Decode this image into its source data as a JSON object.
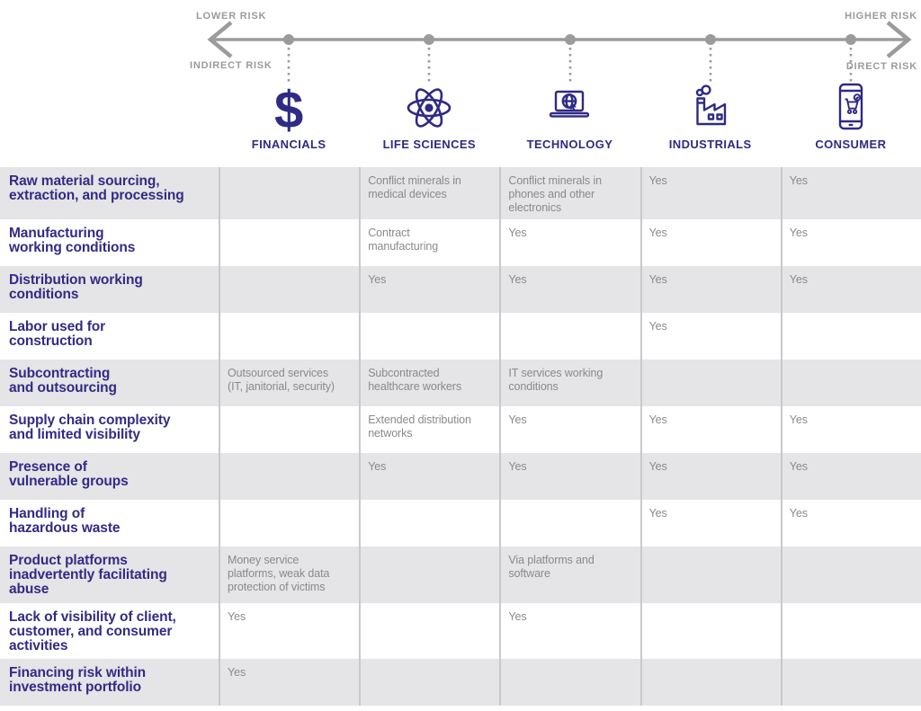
{
  "axis": {
    "top_left_label": "LOWER RISK",
    "bottom_left_label": "INDIRECT RISK",
    "top_right_label": "HIGHER RISK",
    "bottom_right_label": "DIRECT RISK"
  },
  "colors": {
    "accent_indigo": "#2e2a85",
    "label_indigo": "#332a86",
    "cell_text_gray": "#8a8a8a",
    "row_shade_gray": "#e5e4e6",
    "axis_gray": "#9b9b9b",
    "separator_gray": "#c9c9cc"
  },
  "sectors": [
    {
      "label": "FINANCIALS",
      "icon": "dollar-icon"
    },
    {
      "label": "LIFE SCIENCES",
      "icon": "atom-icon"
    },
    {
      "label": "TECHNOLOGY",
      "icon": "laptop-globe-icon"
    },
    {
      "label": "INDUSTRIALS",
      "icon": "factory-icon"
    },
    {
      "label": "CONSUMER",
      "icon": "phone-cart-icon"
    }
  ],
  "table": {
    "rows": [
      {
        "label": "Raw material sourcing,\nextraction, and processing",
        "cells": [
          "",
          "Conflict minerals in\nmedical devices",
          "Conflict minerals in\nphones and other\nelectronics",
          "Yes",
          "Yes"
        ]
      },
      {
        "label": "Manufacturing\nworking conditions",
        "cells": [
          "",
          "Contract\nmanufacturing",
          "Yes",
          "Yes",
          "Yes"
        ]
      },
      {
        "label": "Distribution working\nconditions",
        "cells": [
          "",
          "Yes",
          "Yes",
          "Yes",
          "Yes"
        ]
      },
      {
        "label": "Labor used for\nconstruction",
        "cells": [
          "",
          "",
          "",
          "Yes",
          ""
        ]
      },
      {
        "label": "Subcontracting\nand outsourcing",
        "cells": [
          "Outsourced services\n(IT, janitorial, security)",
          "Subcontracted\nhealthcare workers",
          "IT services working\nconditions",
          "",
          ""
        ]
      },
      {
        "label": "Supply chain complexity\nand limited visibility",
        "cells": [
          "",
          "Extended distribution\nnetworks",
          "Yes",
          "Yes",
          "Yes"
        ]
      },
      {
        "label": "Presence of\nvulnerable groups",
        "cells": [
          "",
          "Yes",
          "Yes",
          "Yes",
          "Yes"
        ]
      },
      {
        "label": "Handling of\nhazardous waste",
        "cells": [
          "",
          "",
          "",
          "Yes",
          "Yes"
        ]
      },
      {
        "label": "Product platforms\ninadvertently facilitating\nabuse",
        "cells": [
          "Money service\nplatforms, weak data\nprotection of victims",
          "",
          "Via platforms and\nsoftware",
          "",
          ""
        ]
      },
      {
        "label": "Lack of visibility of client,\ncustomer, and consumer\nactivities",
        "cells": [
          "Yes",
          "",
          "Yes",
          "",
          ""
        ]
      },
      {
        "label": "Financing risk within\ninvestment portfolio",
        "cells": [
          "Yes",
          "",
          "",
          "",
          ""
        ]
      }
    ]
  }
}
